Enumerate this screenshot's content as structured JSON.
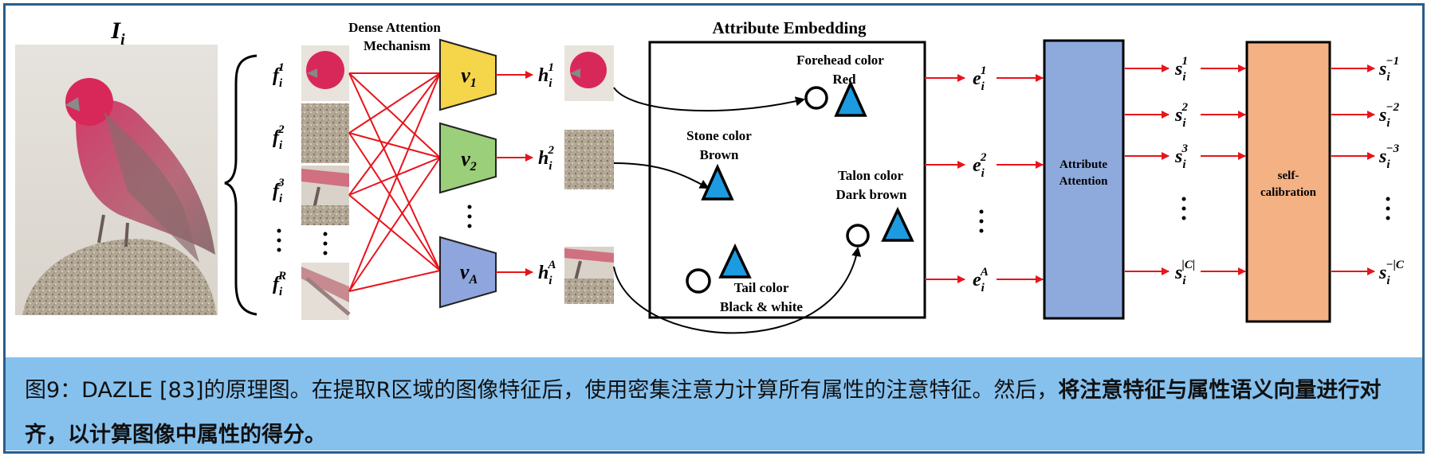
{
  "figure": {
    "input_label": {
      "base": "I",
      "sub": "i"
    },
    "dense_attention_title": [
      "Dense Attention",
      "Mechanism"
    ],
    "features": [
      {
        "base": "f",
        "sub": "i",
        "sup": "1"
      },
      {
        "base": "f",
        "sub": "i",
        "sup": "2"
      },
      {
        "base": "f",
        "sub": "i",
        "sup": "3"
      },
      {
        "base": "f",
        "sub": "i",
        "sup": "R"
      }
    ],
    "attention_nodes": [
      {
        "base": "v",
        "sub": "1",
        "color": "#f5d54a"
      },
      {
        "base": "v",
        "sub": "2",
        "color": "#9bcf7a"
      },
      {
        "base": "v",
        "sub": "A",
        "color": "#8ea5dd"
      }
    ],
    "attended_features": [
      {
        "base": "h",
        "sub": "i",
        "sup": "1"
      },
      {
        "base": "h",
        "sub": "i",
        "sup": "2"
      },
      {
        "base": "h",
        "sub": "i",
        "sup": "A"
      }
    ],
    "embedding_title": "Attribute Embedding",
    "attributes": [
      {
        "line1": "Forehead color",
        "line2": "Red"
      },
      {
        "line1": "Stone color",
        "line2": "Brown"
      },
      {
        "line1": "Talon color",
        "line2": "Dark brown"
      },
      {
        "line1": "Tail color",
        "line2": "Black & white"
      }
    ],
    "embeddings": [
      {
        "base": "e",
        "sub": "i",
        "sup": "1"
      },
      {
        "base": "e",
        "sub": "i",
        "sup": "2"
      },
      {
        "base": "e",
        "sub": "i",
        "sup": "A"
      }
    ],
    "attribute_attention": [
      "Attribute",
      "Attention"
    ],
    "scores": [
      {
        "base": "s",
        "sub": "i",
        "sup": "1"
      },
      {
        "base": "s",
        "sub": "i",
        "sup": "2"
      },
      {
        "base": "s",
        "sub": "i",
        "sup": "3"
      },
      {
        "base": "s",
        "sub": "i",
        "sup": "|C|"
      }
    ],
    "self_calibration": [
      "self-",
      "calibration"
    ],
    "calibrated_scores": [
      {
        "base": "s",
        "sub": "i",
        "sup": "−1"
      },
      {
        "base": "s",
        "sub": "i",
        "sup": "−2"
      },
      {
        "base": "s",
        "sub": "i",
        "sup": "−3"
      },
      {
        "base": "s",
        "sub": "i",
        "sup": "−|C"
      }
    ],
    "colors": {
      "arrow": "#e8141b",
      "attribute_attention_fill": "#8ea9dc",
      "self_calibration_fill": "#f3b184",
      "triangle_fill": "#1c9be0",
      "caption_bg": "#86c1ee",
      "frame_border": "#2a5d8c"
    }
  },
  "caption": {
    "normal": "图9：DAZLE [83]的原理图。在提取R区域的图像特征后，使用密集注意力计算所有属性的注意特征。然后，",
    "bold": "将注意特征与属性语义向量进行对齐，以计算图像中属性的得分。"
  }
}
